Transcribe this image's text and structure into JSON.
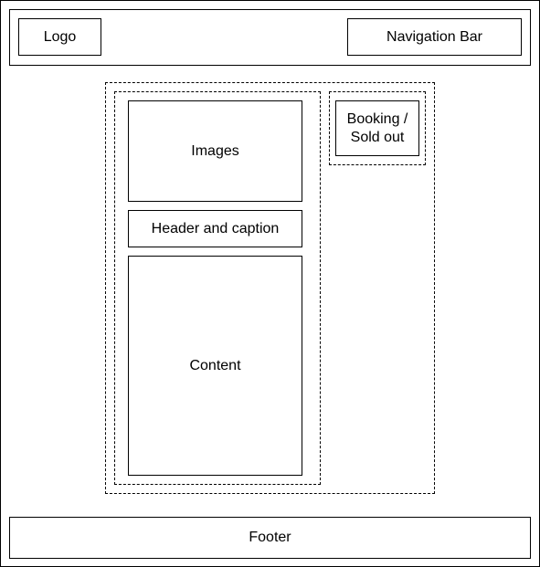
{
  "header": {
    "logo": "Logo",
    "navigation": "Navigation Bar"
  },
  "main": {
    "images": "Images",
    "header_caption": "Header and caption",
    "content": "Content"
  },
  "aside": {
    "booking": "Booking / Sold out"
  },
  "footer": {
    "label": "Footer"
  },
  "colors": {
    "stroke": "#000000",
    "background": "#ffffff"
  }
}
